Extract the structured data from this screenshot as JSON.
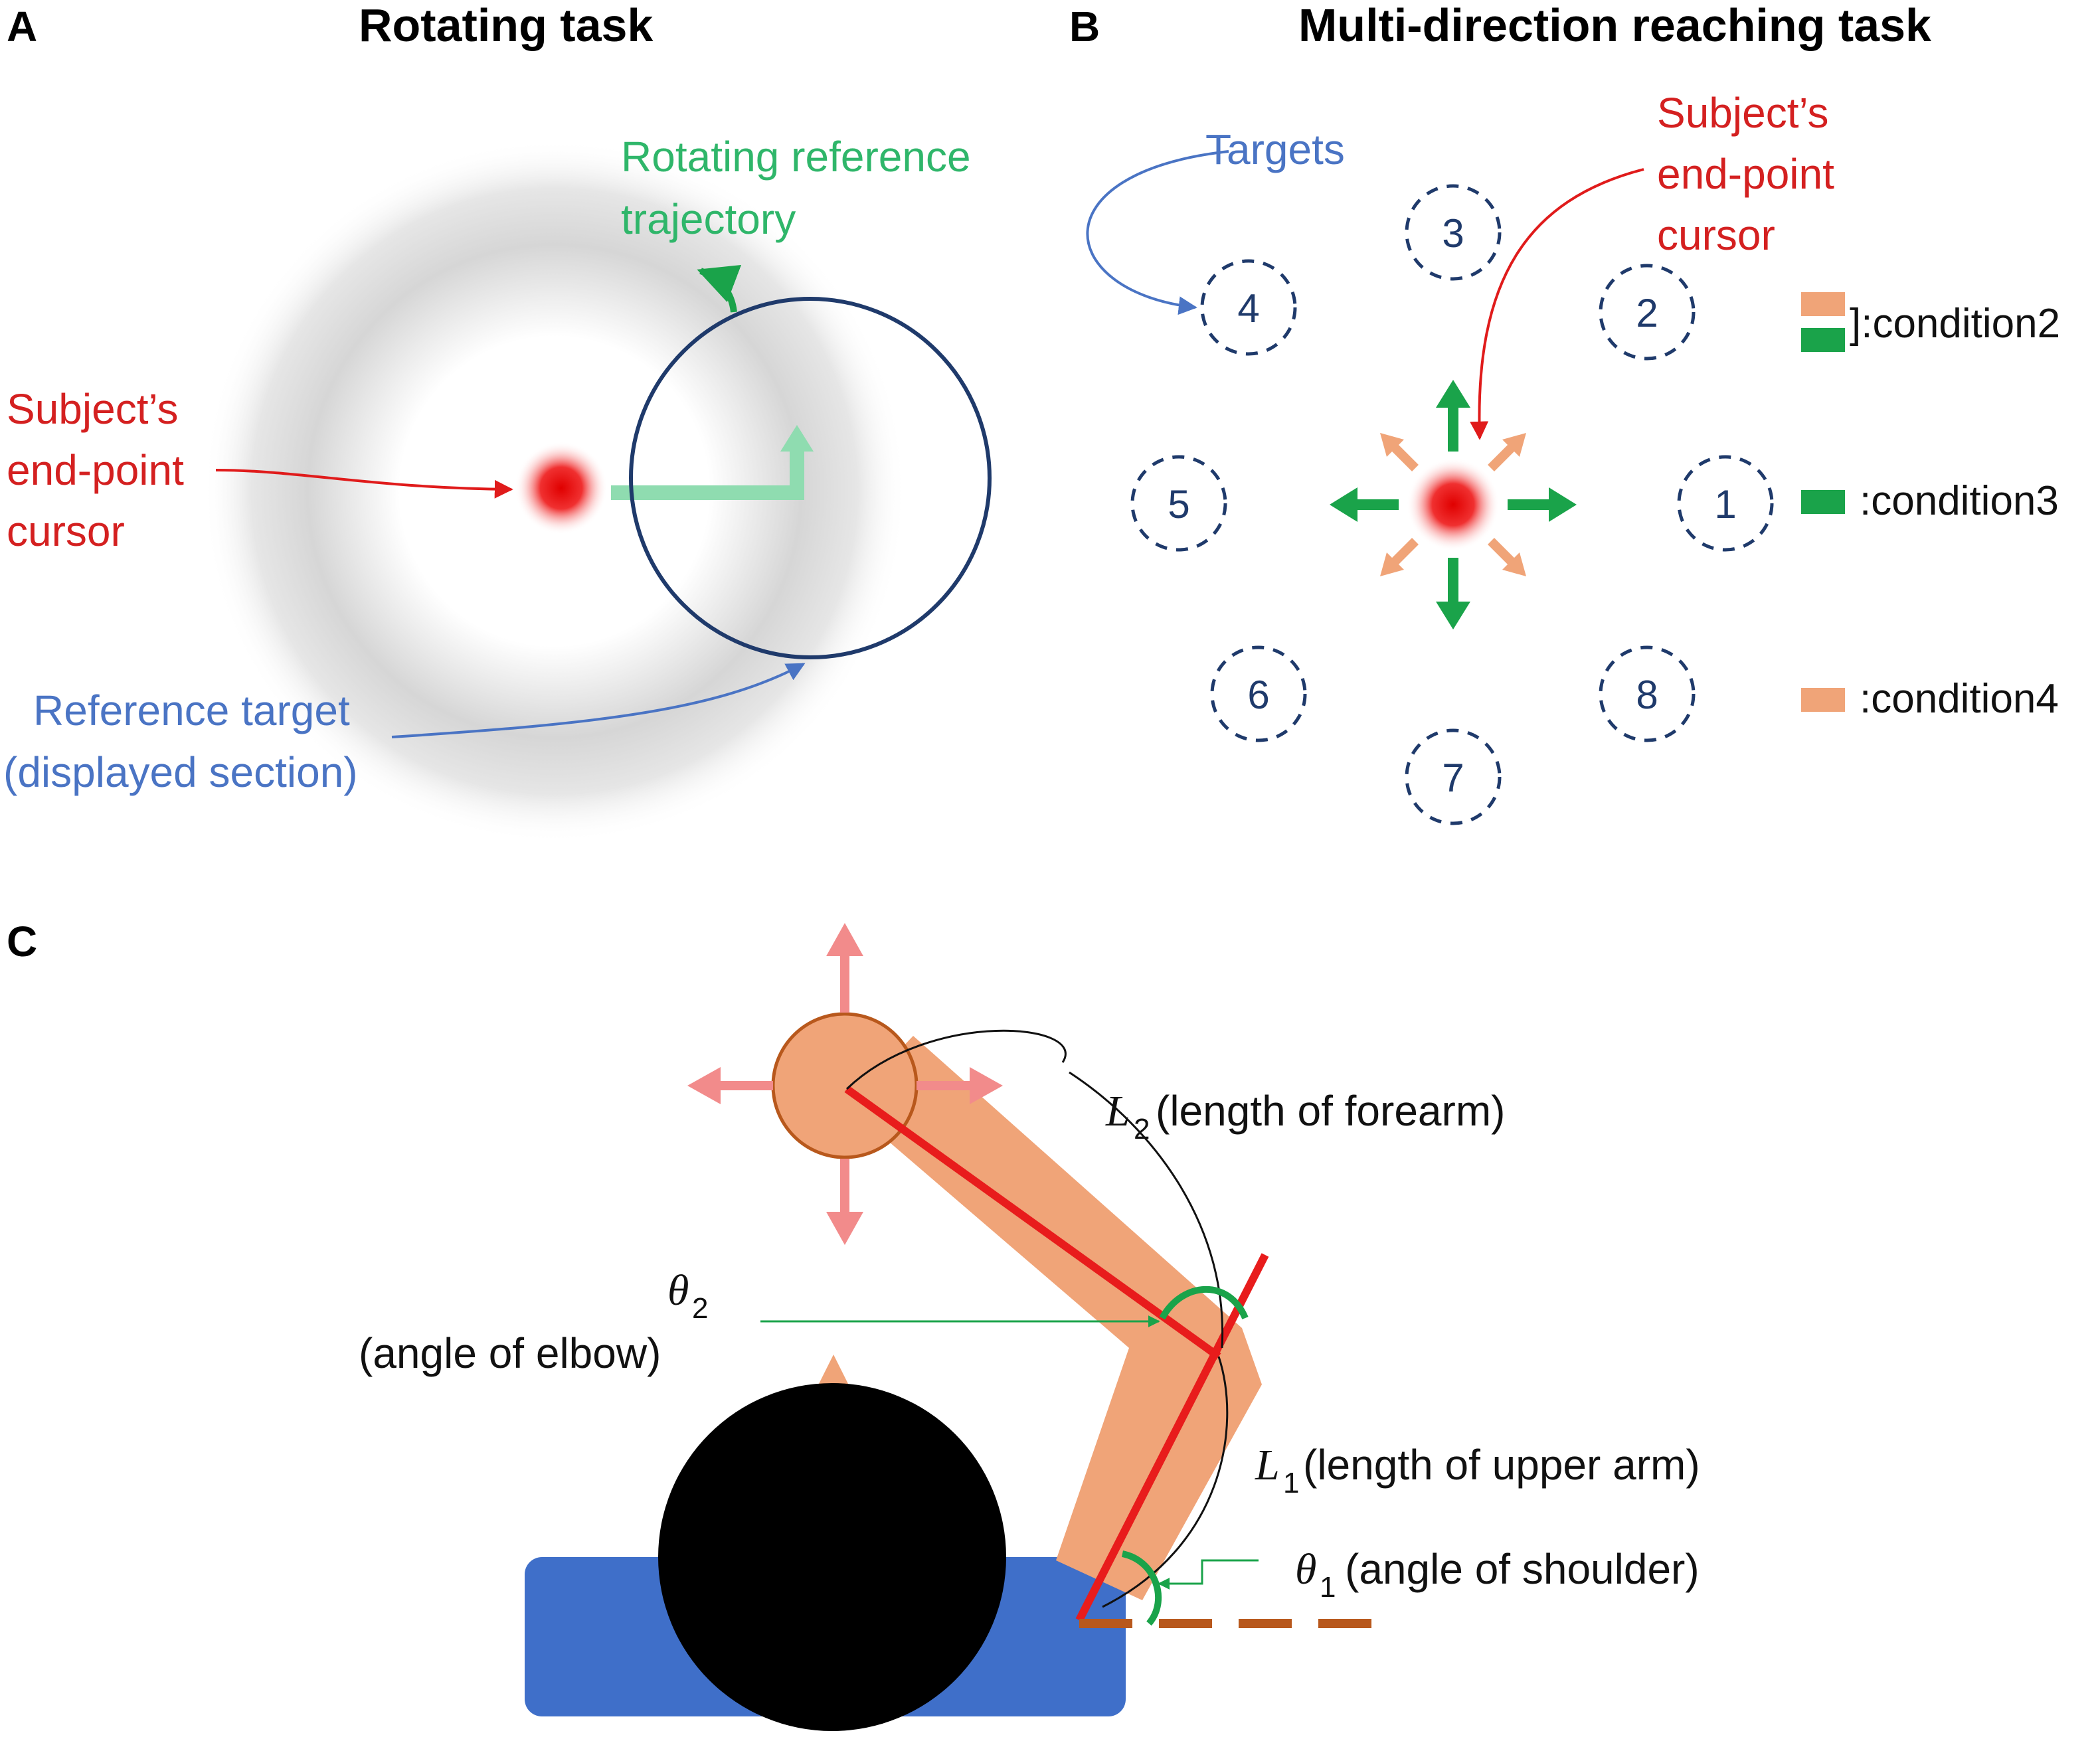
{
  "panel_a": {
    "letter": "A",
    "title": "Rotating task",
    "trajectory_label": [
      "Rotating reference",
      "trajectory"
    ],
    "cursor_label": [
      "Subject’s",
      "end-point",
      "cursor"
    ],
    "target_label": [
      "Reference target",
      "(displayed section)"
    ]
  },
  "panel_b": {
    "letter": "B",
    "title": "Multi-direction reaching task",
    "targets_label": "Targets",
    "cursor_label": [
      "Subject’s",
      "end-point",
      "cursor"
    ],
    "target_numbers": [
      "1",
      "2",
      "3",
      "4",
      "5",
      "6",
      "7",
      "8"
    ],
    "legend": {
      "condition2": "]:condition2",
      "condition3": ":condition3",
      "condition4": ":condition4"
    }
  },
  "panel_c": {
    "letter": "C",
    "L2_symbol": "L",
    "L2_sub": "2",
    "L2_text": "(length of forearm)",
    "L1_symbol": "L",
    "L1_sub": "1",
    "L1_text": "(length of upper arm)",
    "theta2_symbol": "θ",
    "theta2_sub": "2",
    "theta2_text": "(angle of elbow)",
    "theta1_symbol": "θ",
    "theta1_sub": "1",
    "theta1_text": "(angle of shoulder)"
  },
  "colors": {
    "navy": "#1f3a6b",
    "red": "#e01b1b",
    "green": "#1aa34a",
    "light_green": "#8fdcb0",
    "orange": "#f0a478",
    "blue_label": "#4a74c4",
    "body_blue": "#3f6fc9",
    "pink_arrow": "#f28b8b"
  }
}
